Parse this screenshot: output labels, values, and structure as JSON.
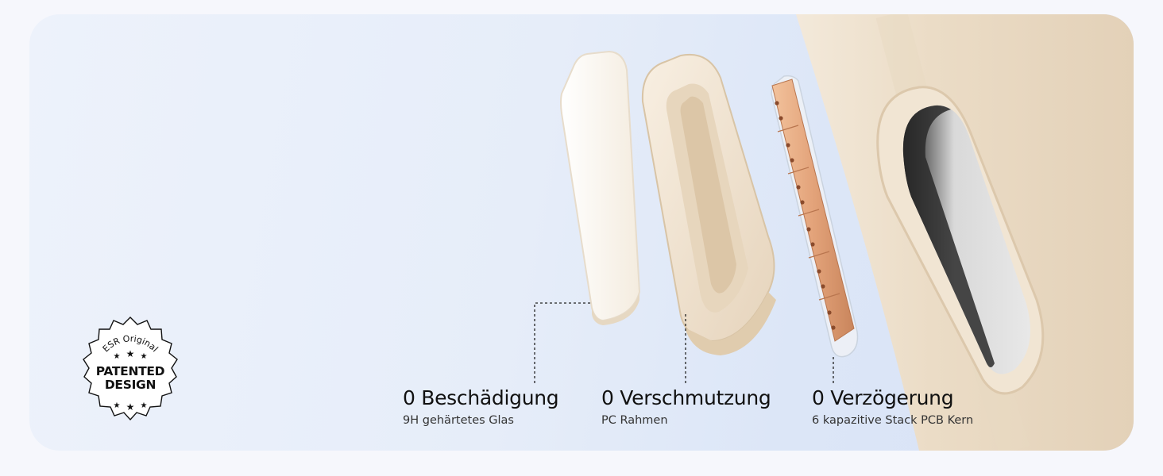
{
  "badge": {
    "arc_text": "ESR Original",
    "line1": "PATENTED",
    "line2": "DESIGN"
  },
  "features": [
    {
      "title": "0 Beschädigung",
      "subtitle": "9H gehärtetes Glas"
    },
    {
      "title": "0 Verschmutzung",
      "subtitle": "PC Rahmen"
    },
    {
      "title": "0 Verzögerung",
      "subtitle": "6 kapazitive Stack PCB Kern"
    }
  ],
  "colors": {
    "background_gradient_start": "#edf2fb",
    "background_gradient_end": "#d8e2f6",
    "phone_body": "#efe3d0",
    "frame": "#f2e6d4",
    "glass": "#fdfaf4",
    "pcb_copper": "#e3a37a",
    "text": "#111111"
  }
}
